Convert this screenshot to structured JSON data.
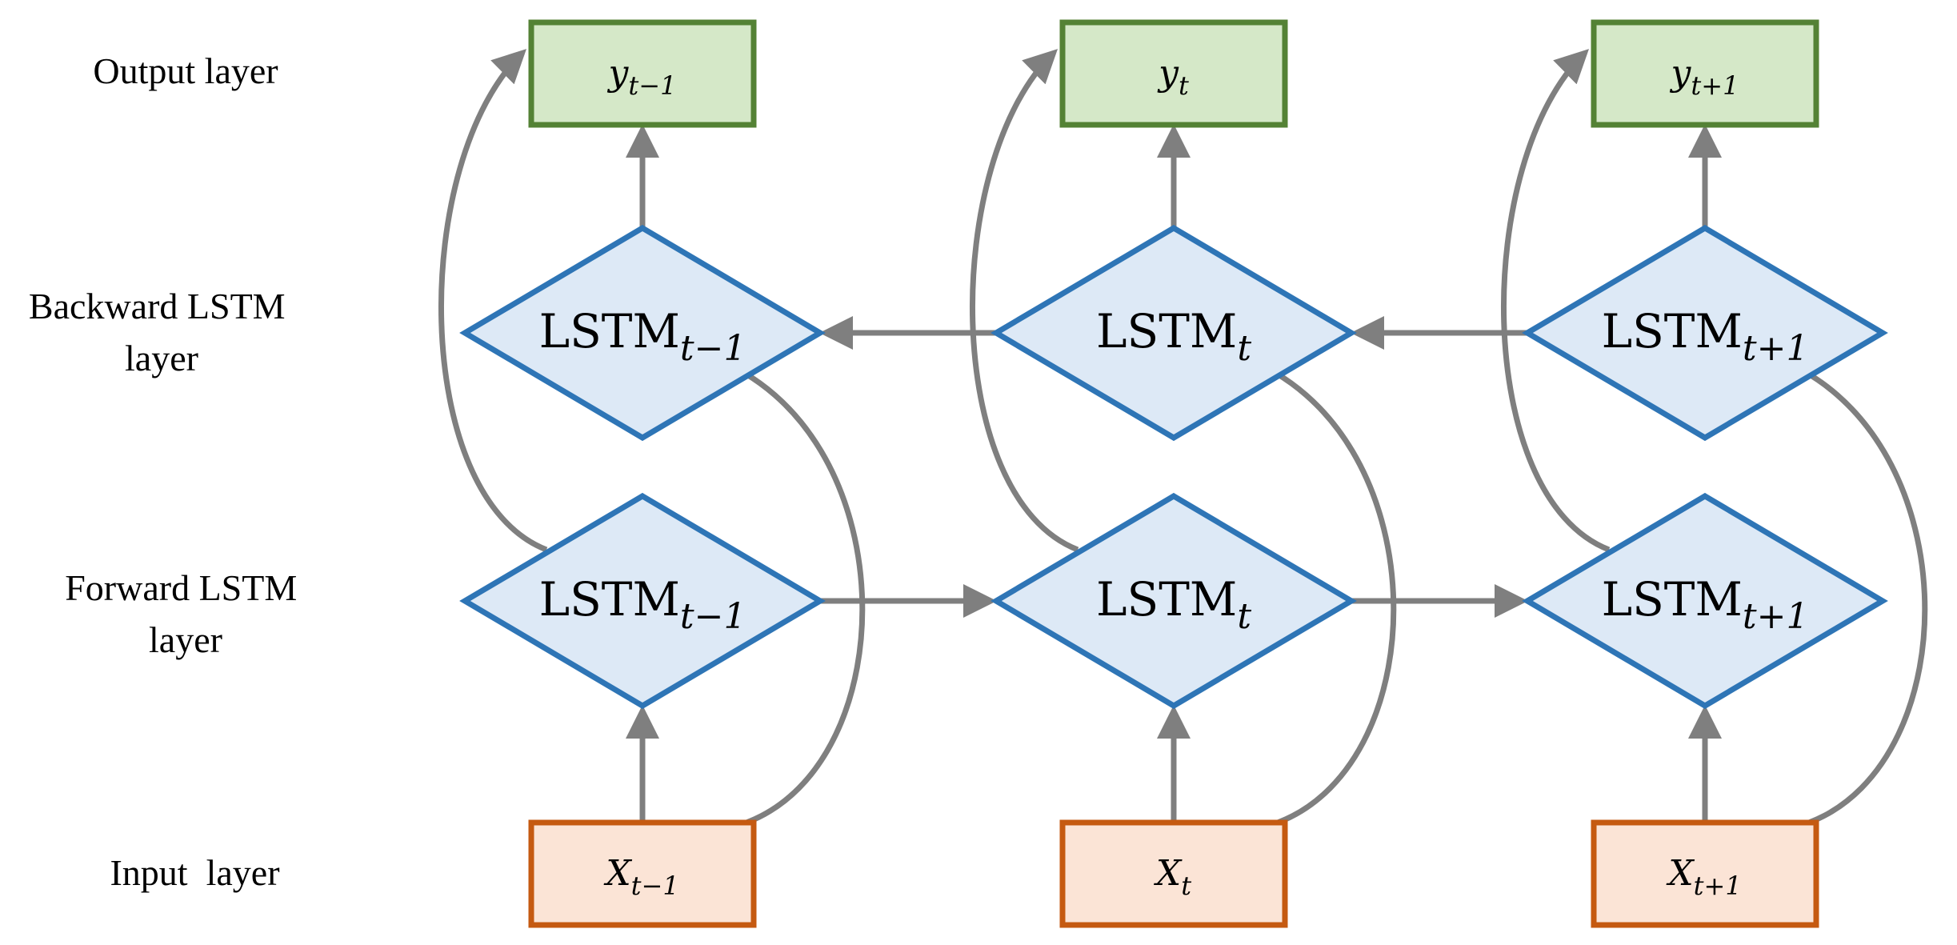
{
  "layer_labels": {
    "output": [
      "Output layer"
    ],
    "backward": [
      "Backward LSTM",
      "layer"
    ],
    "forward": [
      "Forward LSTM",
      "layer"
    ],
    "input": [
      "Input  layer"
    ]
  },
  "timesteps": [
    {
      "output": {
        "base": "y",
        "sub": "t−1"
      },
      "lstm": {
        "base": "LSTM",
        "sub": "t−1"
      },
      "input": {
        "base": "X",
        "sub": "t−1"
      }
    },
    {
      "output": {
        "base": "y",
        "sub": "t"
      },
      "lstm": {
        "base": "LSTM",
        "sub": "t"
      },
      "input": {
        "base": "X",
        "sub": "t"
      }
    },
    {
      "output": {
        "base": "y",
        "sub": "t+1"
      },
      "lstm": {
        "base": "LSTM",
        "sub": "t+1"
      },
      "input": {
        "base": "X",
        "sub": "t+1"
      }
    }
  ],
  "colors": {
    "output_fill": "#d5e8c8",
    "output_stroke": "#548235",
    "lstm_fill": "#dde9f6",
    "lstm_stroke": "#2e75b6",
    "input_fill": "#fbe4d6",
    "input_stroke": "#c55a11",
    "arrow": "#7f7f7f"
  }
}
